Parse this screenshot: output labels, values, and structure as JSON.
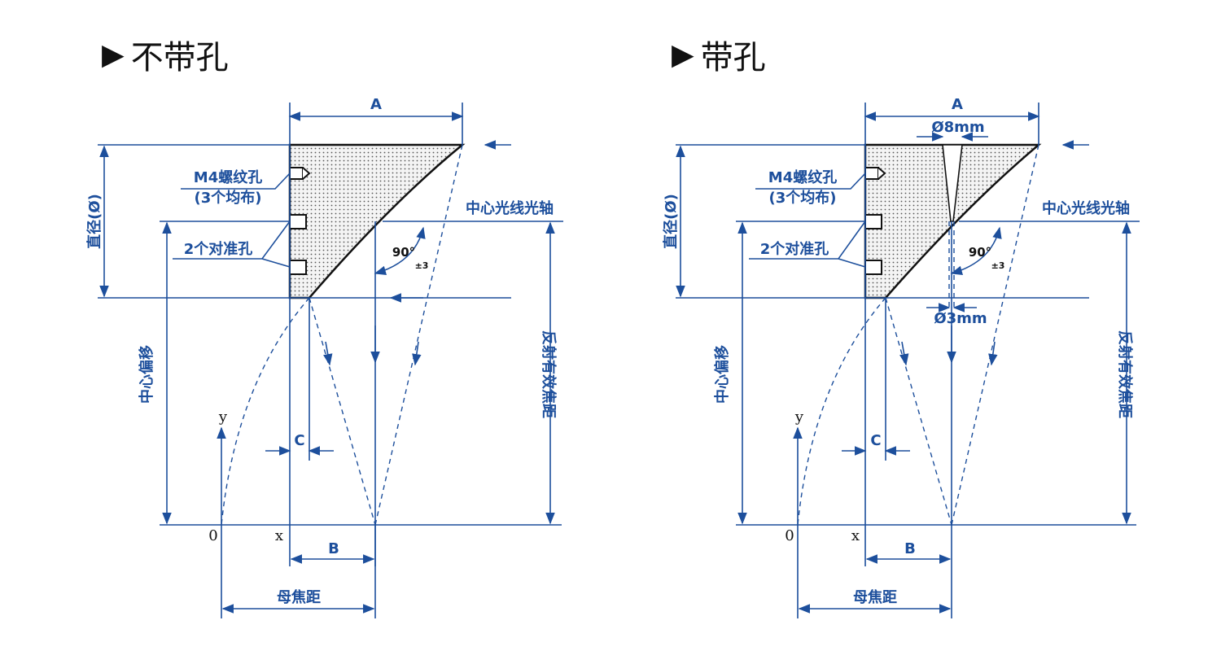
{
  "headings": {
    "left": {
      "marker": "▶",
      "text": "不带孔"
    },
    "right": {
      "marker": "▶",
      "text": "带孔"
    }
  },
  "labels": {
    "A": "A",
    "B": "B",
    "C": "C",
    "thread_hole": "M4螺纹孔",
    "thread_hole_note": "(3个均布)",
    "diameter": "直径(Ø)",
    "align_holes": "2个对准孔",
    "optical_axis": "中心光线光轴",
    "angle": "90°",
    "angle_tol": "±3",
    "center_offset": "中心偏移",
    "effective_focal": "反射有效焦距",
    "parent_focal": "母焦距",
    "y_axis": "y",
    "x_axis": "x",
    "origin": "0",
    "hole_top": "Ø8mm",
    "hole_bottom": "Ø3mm"
  },
  "colors": {
    "line": "#1d4f9c",
    "part_fill": "#e8e8e8",
    "part_outline": "#111111"
  }
}
